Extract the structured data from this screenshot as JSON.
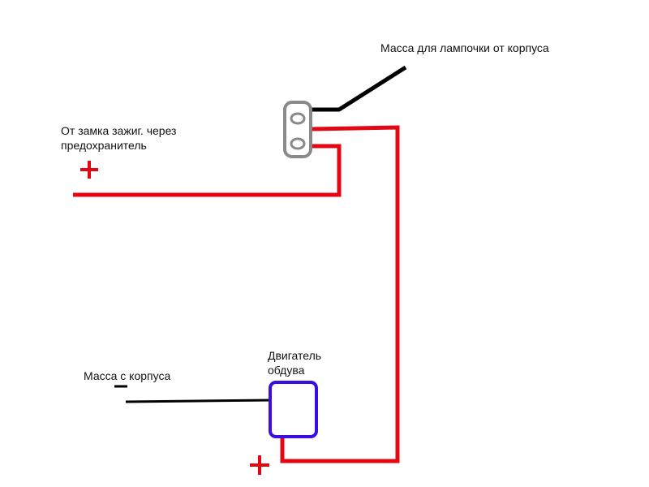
{
  "labels": {
    "lamp_ground": "Масса для лампочки от корпуса",
    "ignition_line1": "От замка зажиг. через",
    "ignition_line2": "предохранитель",
    "motor_line1": "Двигатель",
    "motor_line2": "обдува",
    "body_ground": "Масса с корпуса"
  },
  "signs": {
    "plus_top": "+",
    "plus_bottom": "+",
    "minus": "-"
  },
  "colors": {
    "positive_wire": "#e30613",
    "ground_wire": "#000000",
    "switch": "#8a8a8a",
    "motor": "#3a0ee0",
    "text": "#111111"
  }
}
